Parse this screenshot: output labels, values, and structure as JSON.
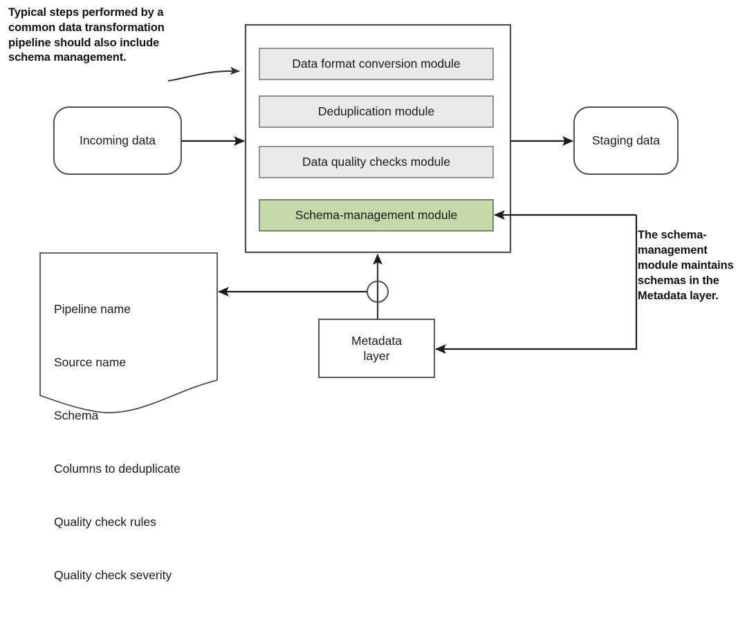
{
  "diagram": {
    "title_annotation": "Typical steps performed by a common data transformation pipeline should also include schema management.",
    "right_annotation": "The schema-management module maintains schemas in the Metadata layer.",
    "pipeline": {
      "container_name": "data-transformation-pipeline",
      "modules": [
        {
          "label": "Data format conversion module",
          "fill": "#eaeaea"
        },
        {
          "label": "Deduplication module",
          "fill": "#eaeaea"
        },
        {
          "label": "Data quality checks module",
          "fill": "#eaeaea"
        },
        {
          "label": "Schema-management module",
          "fill": "#c5d9a9"
        }
      ]
    },
    "incoming": {
      "label": "Incoming data"
    },
    "staging": {
      "label": "Staging data"
    },
    "metadata": {
      "label": "Metadata\nlayer"
    },
    "document": {
      "items": [
        "Pipeline name",
        "Source name",
        "Schema",
        "Columns to deduplicate",
        "Quality check rules",
        "Quality check severity"
      ]
    },
    "colors": {
      "stroke": "#4d4d4d",
      "arrow": "#1a1a1a",
      "module_fill": "#eaeaea",
      "module_stroke": "#808080",
      "highlight_fill": "#c5d9a9",
      "highlight_stroke": "#6b6b6b",
      "text": "#1a1a1a",
      "annotation_text": "#111111",
      "background": "#ffffff"
    }
  }
}
